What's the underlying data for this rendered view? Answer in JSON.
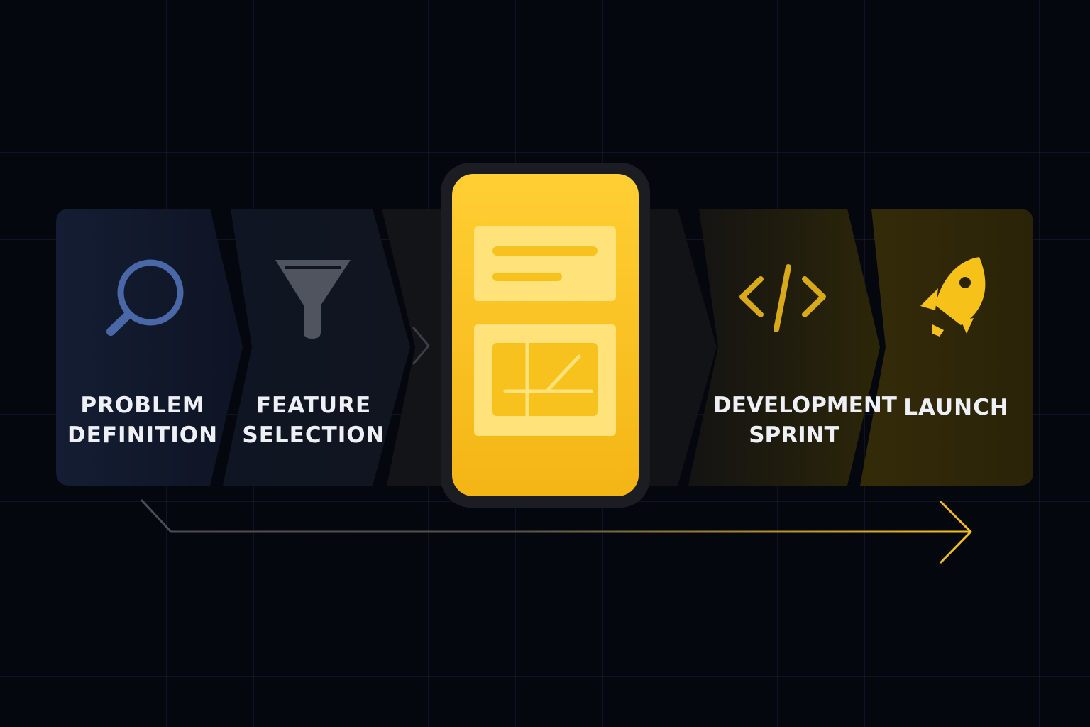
{
  "stages": [
    {
      "id": "problem-definition",
      "lines": [
        "PROBLEM",
        "DEFINITION"
      ],
      "icon": "magnifier-icon"
    },
    {
      "id": "feature-selection",
      "lines": [
        "FEATURE",
        "SELECTION"
      ],
      "icon": "funnel-icon"
    },
    {
      "id": "prototype",
      "lines": [],
      "icon": "mobile-wireframe-icon"
    },
    {
      "id": "development-sprint",
      "lines": [
        "DEVELOPMENT",
        "SPRINT"
      ],
      "icon": "code-icon"
    },
    {
      "id": "launch",
      "lines": [
        "LAUNCH"
      ],
      "icon": "rocket-icon"
    }
  ],
  "colors": {
    "background": "#05070e",
    "accent": "#f6c21a",
    "blue": "#4a68a8",
    "gray": "#50545e",
    "text": "#eef0f5"
  }
}
